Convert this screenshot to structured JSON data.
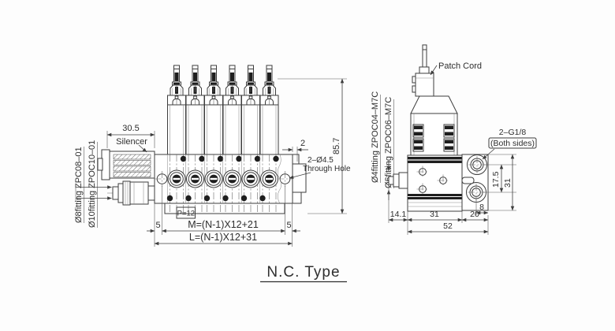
{
  "caption": {
    "title": "N.C. Type"
  },
  "front_view": {
    "fitting_labels": [
      "Ø8fitting ZPC08–01",
      "Ø10fitting ZPOC10–01"
    ],
    "silencer_length": "30.5",
    "silencer_label": "Silencer",
    "gap_dim": "2",
    "through_hole_line1": "2–Ø4.5",
    "through_hole_line2": "Through Hole",
    "height_dim": "85.7",
    "pitch_label": "P=12",
    "edge_left": "5",
    "edge_right": "5",
    "mount_formula": "M=(N-1)X12+21",
    "length_formula": "L=(N-1)X12+31"
  },
  "side_view": {
    "fitting_labels": [
      "Ø4fitting ZPOC04–M7C",
      "Ø6fitting ZPOC06–M7C"
    ],
    "patch_cord_label": "Patch Cord",
    "thread_label": "2–G1/8",
    "thread_note": "(Both sides)",
    "port_pitch": "17.5",
    "port_span": "31",
    "port_edge": "8",
    "stub_length": "14.1",
    "body_width": "31",
    "plate_width": "20",
    "total_width": "52"
  },
  "colors": {
    "line": "#3d3d3d",
    "dark": "#1e1e1e",
    "background": "#fdfdfd"
  }
}
